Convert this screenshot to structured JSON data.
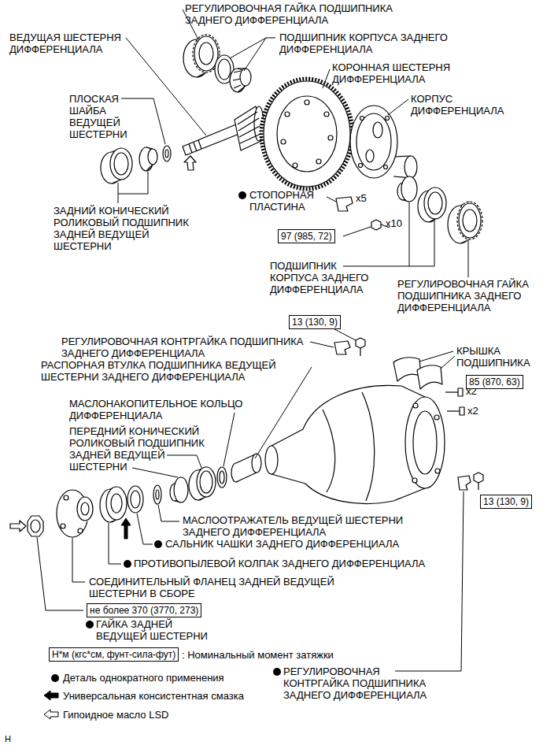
{
  "diagram": {
    "nodes": [
      {
        "text": [
          "97 (985, 72)"
        ]
      },
      {
        "text": [
          "13 (130, 9)"
        ]
      },
      {
        "text": [
          "85 (870, 63)"
        ]
      },
      {
        "text": [
          "13 (130, 9)"
        ]
      },
      {
        "text": [
          "не более 370 (3770, 273)"
        ]
      },
      {
        "text": [
          "Н*м (кгс*см, фунт-сила-фут)"
        ]
      }
    ],
    "labels": [
      "РЕГУЛИРОВОЧНАЯ ГАЙКА ПОДШИПНИКА ЗАДНЕГО ДИФФЕРЕНЦИАЛА",
      "ВЕДУЩАЯ ШЕСТЕРНЯ ДИФФЕРЕНЦИАЛА",
      "ПОДШИПНИК КОРПУСА ЗАДНЕГО ДИФФЕРЕНЦИАЛА",
      "КОРОННАЯ ШЕСТЕРНЯ ДИФФЕРЕНЦИАЛА",
      "ПЛОСКАЯ ШАЙБА ВЕДУЩЕЙ ШЕСТЕРНИ",
      "КОРПУС ДИФФЕРЕНЦИАЛА",
      "СТОПОРНАЯ ПЛАСТИНА",
      "x5",
      "x10",
      "ЗАДНИЙ КОНИЧЕСКИЙ РОЛИКОВЫЙ ПОДШИПНИК ЗАДНЕЙ ВЕДУЩЕЙ ШЕСТЕРНИ",
      "ПОДШИПНИК КОРПУСА ЗАДНЕГО ДИФФЕРЕНЦИАЛА",
      "РЕГУЛИРОВОЧНАЯ ГАЙКА ПОДШИПНИКА ЗАДНЕГО ДИФФЕРЕНЦИАЛА",
      "РЕГУЛИРОВОЧНАЯ КОНТРГАЙКА ПОДШИПНИКА ЗАДНЕГО ДИФФЕРЕНЦИАЛА",
      "РАСПОРНАЯ ВТУЛКА ПОДШИПНИКА ВЕДУЩЕЙ ШЕСТЕРНИ ЗАДНЕГО ДИФФЕРЕНЦИАЛА",
      "КРЫШКА ПОДШИПНИКА",
      "x2",
      "x2",
      "МАСЛОНАКОПИТЕЛЬНОЕ КОЛЬЦО ДИФФЕРЕНЦИАЛА",
      "ПЕРЕДНИЙ КОНИЧЕСКИЙ РОЛИКОВЫЙ ПОДШИПНИК ЗАДНЕЙ ВЕДУЩЕЙ ШЕСТЕРНИ",
      "МАСЛООТРАЖАТЕЛЬ ВЕДУЩЕЙ ШЕСТЕРНИ ЗАДНЕГО ДИФФЕРЕНЦИАЛА",
      "САЛЬНИК ЧАШКИ ЗАДНЕГО ДИФФЕРЕНЦИАЛА",
      "ПРОТИВОПЫЛЕВОЙ КОЛПАК ЗАДНЕГО ДИФФЕРЕНЦИАЛА",
      "СОЕДИНИТЕЛЬНЫЙ ФЛАНЕЦ ЗАДНЕЙ ВЕДУЩЕЙ ШЕСТЕРНИ В СБОРЕ",
      "ГАЙКА ЗАДНЕЙ ВЕДУЩЕЙ ШЕСТЕРНИ",
      "РЕГУЛИРОВОЧНАЯ КОНТРГАЙКА ПОДШИПНИКА ЗАДНЕГО ДИФФЕРЕНЦИАЛА",
      "H"
    ],
    "legend": [
      {
        "text": ": Номинальный момент затяжки"
      },
      {
        "text": "Деталь однократного применения"
      },
      {
        "text": "Универсальная консистентная смазка"
      },
      {
        "text": "Гипоидное масло LSD"
      }
    ]
  }
}
